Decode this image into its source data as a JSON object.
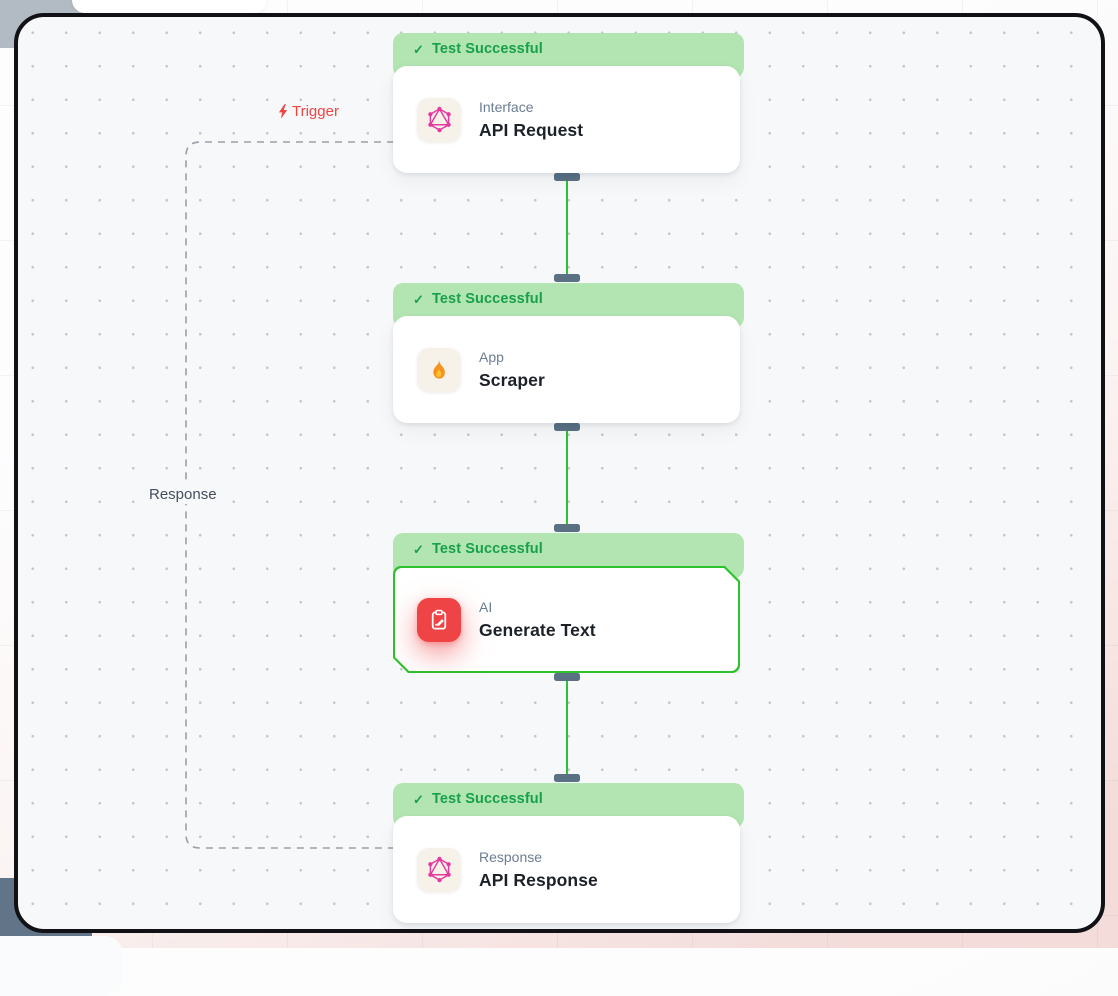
{
  "workflow": {
    "check_glyph": "✓",
    "trigger_label": "Trigger",
    "response_edge_label": "Response",
    "nodes": [
      {
        "status": "Test Successful",
        "category": "Interface",
        "title": "API Request",
        "icon": "graphql-icon",
        "selected": false
      },
      {
        "status": "Test Successful",
        "category": "App",
        "title": "Scraper",
        "icon": "fire-icon",
        "selected": false
      },
      {
        "status": "Test Successful",
        "category": "AI",
        "title": "Generate Text",
        "icon": "clipboard-pencil-icon",
        "selected": true
      },
      {
        "status": "Test Successful",
        "category": "Response",
        "title": "API Response",
        "icon": "graphql-icon",
        "selected": false
      }
    ]
  },
  "colors": {
    "banner_bg": "#b2e5b2",
    "banner_text": "#18a04b",
    "edge_green": "#2cc234",
    "handle": "#5a7184",
    "selected_border": "#2dc12d",
    "trigger_red": "#ef4444",
    "canvas_bg": "#f7f8f9",
    "ai_icon_bg": "#ef4446",
    "graphql_pink": "#e5399f"
  }
}
